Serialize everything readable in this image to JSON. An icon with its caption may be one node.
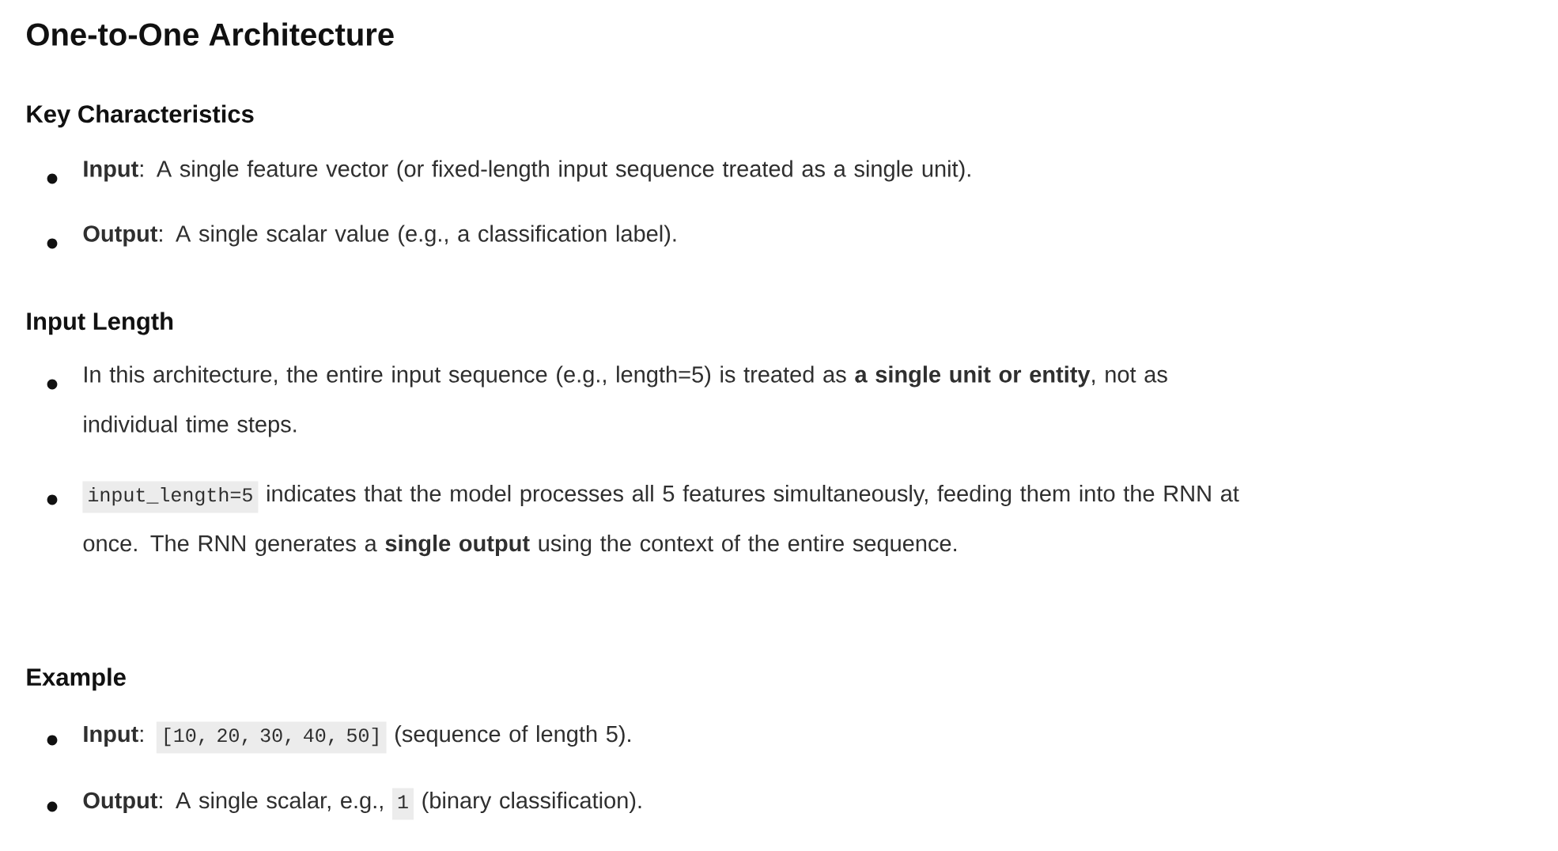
{
  "diagram": {
    "title": "One-to-One Architecture",
    "labels": [
      "Key Characteristics",
      "**Input**: A single feature vector (or fixed-length input sequence treated as a single unit).",
      "**Output**: A single scalar value (e.g., a classification label).",
      "Input Length",
      "In this architecture, the entire input sequence (e.g., length=5) is treated as **a single unit or entity**, not as individual time steps.",
      "input_length=5",
      "indicates that the model processes all 5 features simultaneously, feeding them into the RNN at once. The RNN generates a **single output** using the context of the entire sequence.",
      "Example",
      "**Input**:",
      "[10, 20, 30, 40, 50]",
      "(sequence of length 5).",
      "**Output**: A single scalar, e.g.,",
      "1",
      "(binary classification)."
    ]
  }
}
